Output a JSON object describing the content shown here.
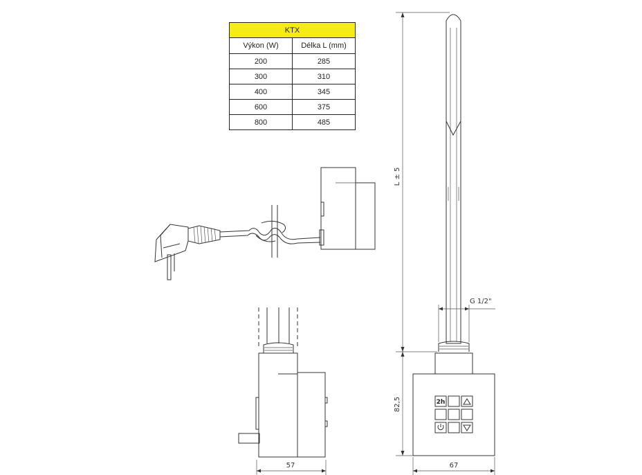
{
  "table": {
    "title": "KTX",
    "headers": [
      "Výkon (W)",
      "Délka L (mm)"
    ],
    "rows": [
      [
        "200",
        "285"
      ],
      [
        "300",
        "310"
      ],
      [
        "400",
        "345"
      ],
      [
        "600",
        "375"
      ],
      [
        "800",
        "485"
      ]
    ],
    "title_color": "#f6ec15"
  },
  "dimensions": {
    "length": "L ± 5",
    "thread": "G 1/2\"",
    "control_height": "82,5",
    "side_width": "57",
    "front_width": "67"
  },
  "control_panel": {
    "timer_label": "2h",
    "icons": [
      "timer-icon",
      "arrow-up-icon",
      "power-icon",
      "arrow-down-icon"
    ]
  }
}
